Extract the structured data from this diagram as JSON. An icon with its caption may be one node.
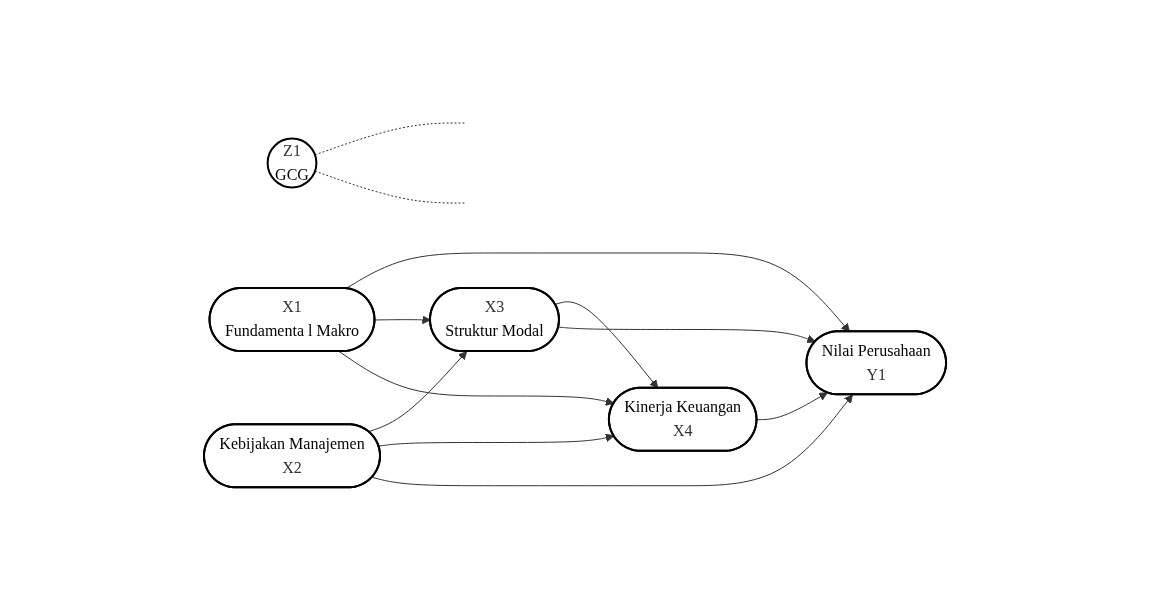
{
  "diagram": {
    "nodes": [
      {
        "text": [
          "X1",
          "Fundamenta l Makro"
        ]
      },
      {
        "text": [
          "Kebijakan Manajemen",
          "X2"
        ]
      },
      {
        "text": [
          "X3",
          "Struktur Modal"
        ]
      },
      {
        "text": [
          "Kinerja Keuangan",
          "X4"
        ]
      },
      {
        "text": [
          "Z1",
          "GCG"
        ]
      },
      {
        "text": [
          "Nilai Perusahaan",
          "Y1"
        ]
      }
    ],
    "edges": [
      {
        "from": 0,
        "to": 5,
        "arrow": "to"
      },
      {
        "from": 0,
        "to": 2,
        "arrow": "to"
      },
      {
        "from": 0,
        "to": 3,
        "arrow": "to"
      },
      {
        "from": 1,
        "to": 2,
        "arrow": "to"
      },
      {
        "from": 1,
        "to": 3,
        "arrow": "to"
      },
      {
        "from": 1,
        "to": 5,
        "arrow": "to"
      },
      {
        "from": 2,
        "to": 3,
        "arrow": "to"
      },
      {
        "from": 2,
        "to": 5,
        "arrow": "to"
      },
      {
        "from": 3,
        "to": 5,
        "arrow": "to"
      },
      {
        "from": 4,
        "to": null,
        "arrow": "none",
        "style": "dashed"
      },
      {
        "from": 4,
        "to": null,
        "arrow": "none",
        "style": "dashed"
      }
    ]
  }
}
